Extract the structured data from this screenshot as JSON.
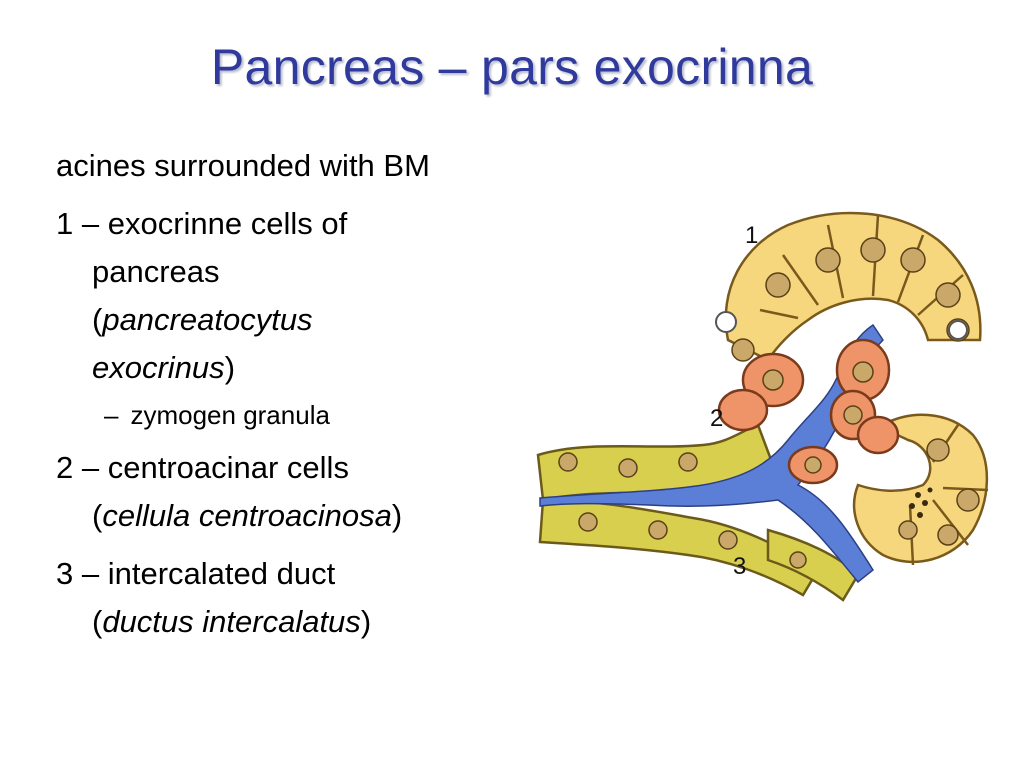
{
  "slide": {
    "title": "Pancreas – pars exocrinna",
    "intro": "acines surrounded with BM",
    "items": [
      {
        "number": "1",
        "text": "exocrinne cells of",
        "text2": "pancreas",
        "latin": "pancreatocytus",
        "latin2": "exocrinus",
        "sub": "zymogen granula"
      },
      {
        "number": "2",
        "text": "centroacinar cells",
        "latin": "cellula centroacinosa"
      },
      {
        "number": "3",
        "text": "intercalated duct",
        "latin": "ductus intercalatus"
      }
    ]
  },
  "figure": {
    "labels": [
      "1",
      "2",
      "3"
    ],
    "colors": {
      "acinar_cell": "#f7d77e",
      "acinar_outline": "#7a5a1c",
      "centroacinar_cell": "#ef9468",
      "lumen": "#5b7fd6",
      "duct_cell": "#d8cf4e",
      "nucleus": "#c9a86a",
      "title": "#2f3a9c"
    }
  }
}
